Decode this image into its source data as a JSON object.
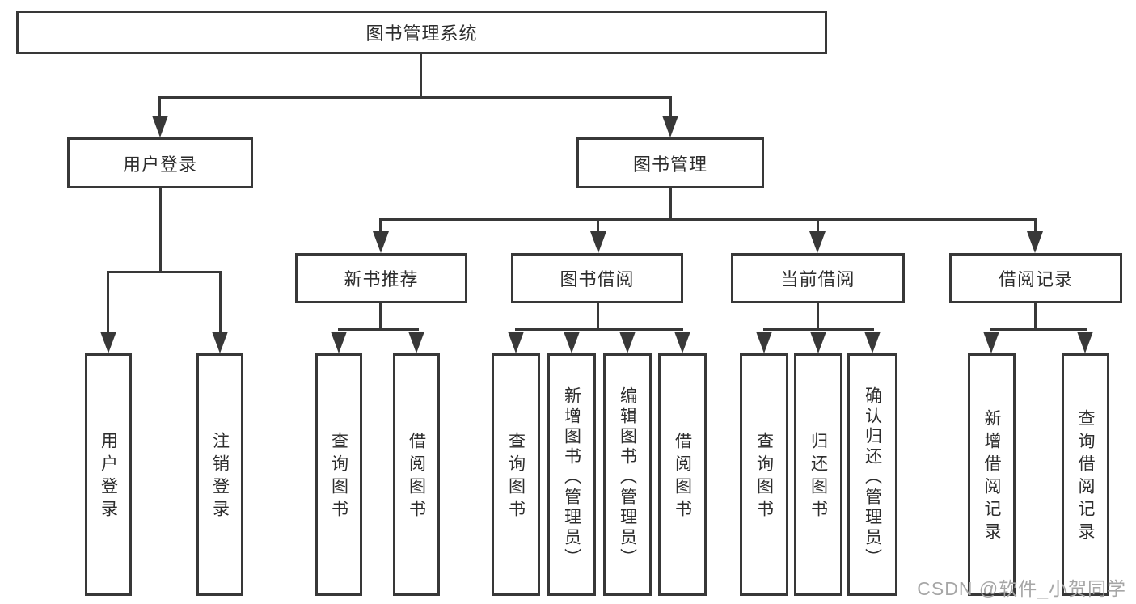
{
  "diagram": {
    "title": "图书管理系统",
    "branches": [
      {
        "label": "用户登录",
        "children": [
          "用户登录",
          "注销登录"
        ]
      },
      {
        "label": "图书管理",
        "groups": [
          {
            "label": "新书推荐",
            "children": [
              "查询图书",
              "借阅图书"
            ]
          },
          {
            "label": "图书借阅",
            "children": [
              "查询图书",
              "新增图书（管理员）",
              "编辑图书（管理员）",
              "借阅图书"
            ]
          },
          {
            "label": "当前借阅",
            "children": [
              "查询图书",
              "归还图书",
              "确认归还（管理员）"
            ]
          },
          {
            "label": "借阅记录",
            "children": [
              "新增借阅记录",
              "查询借阅记录"
            ]
          }
        ]
      }
    ]
  },
  "colors": {
    "line": "#383838",
    "text": "#2d2d2d",
    "watermark": "#a6a6a6"
  },
  "watermark": "CSDN @软件_小贺同学"
}
